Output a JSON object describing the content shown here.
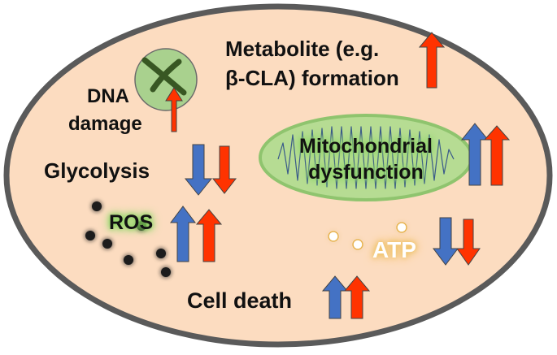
{
  "labels": {
    "metabolite_line1": "Metabolite (e.g.",
    "metabolite_line2": "β-CLA) formation",
    "dna_line1": "DNA",
    "dna_line2": "damage",
    "mito_line1": "Mitochondrial",
    "mito_line2": "dysfunction",
    "glycolysis": "Glycolysis",
    "ros": "ROS",
    "atp": "ATP",
    "cell_death": "Cell death"
  },
  "colors": {
    "cell_fill": "#fcdcc0",
    "cell_border": "#5a5a5a",
    "arrow_blue": "#4472c4",
    "arrow_red": "#ff3300",
    "nucleus_fill": "#a9d18e",
    "mito_fill": "#b6dc93",
    "mito_cristae": "#3a5a8a",
    "ros_dot": "#1a1a1a"
  },
  "icons": {
    "chromosome": "chromosome-icon",
    "ros_particles": "ros-particle-icon",
    "atp_molecules": "atp-molecule-icon"
  }
}
